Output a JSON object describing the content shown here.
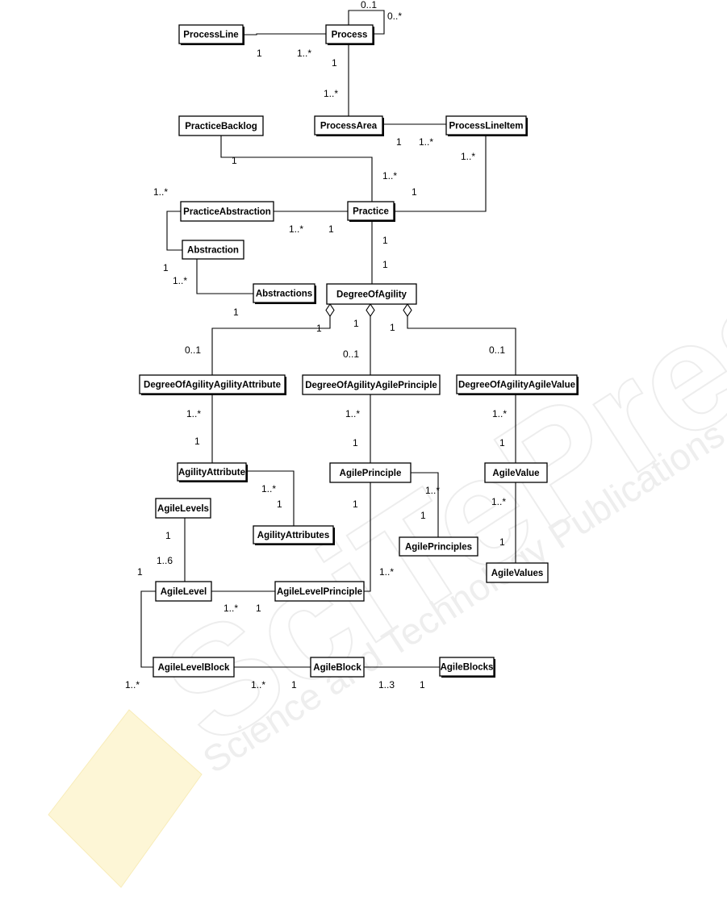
{
  "watermark": {
    "main_text": "SciTePress",
    "sub_text": "Science and Technology Publications",
    "color": "#ededed",
    "logo_color": "#fdf6d6"
  },
  "classes": {
    "ProcessLine": "ProcessLine",
    "Process": "Process",
    "PracticeBacklog": "PracticeBacklog",
    "ProcessArea": "ProcessArea",
    "ProcessLineItem": "ProcessLineItem",
    "PracticeAbstraction": "PracticeAbstraction",
    "Practice": "Practice",
    "Abstraction": "Abstraction",
    "Abstractions": "Abstractions",
    "DegreeOfAgility": "DegreeOfAgility",
    "DOA_Attribute": "DegreeOfAgilityAgilityAttribute",
    "DOA_Principle": "DegreeOfAgilityAgilePrinciple",
    "DOA_Value": "DegreeOfAgilityAgileValue",
    "AgilityAttribute": "AgilityAttribute",
    "AgilePrinciple": "AgilePrinciple",
    "AgileValue": "AgileValue",
    "AgileLevels": "AgileLevels",
    "AgilityAttributes": "AgilityAttributes",
    "AgilePrinciples": "AgilePrinciples",
    "AgileValues": "AgileValues",
    "AgileLevel": "AgileLevel",
    "AgileLevelPrinciple": "AgileLevelPrinciple",
    "AgileLevelBlock": "AgileLevelBlock",
    "AgileBlock": "AgileBlock",
    "AgileBlocks": "AgileBlocks"
  },
  "multiplicities": {
    "process_self_a": "0..1",
    "process_self_b": "0..*",
    "processline_side": "1",
    "process_left": "1..*",
    "process_bottom": "1",
    "processarea_top": "1..*",
    "processarea_right": "1",
    "processlineitem_left": "1..*",
    "processlineitem_bottom": "1..*",
    "backlog_side": "1",
    "practice_top_many": "1..*",
    "practice_top_one": "1",
    "practiceabstraction_left": "1..*",
    "practiceabstraction_right": "1..*",
    "practice_left": "1",
    "practice_bottom": "1",
    "degree_top": "1",
    "abstraction_one": "1",
    "abstraction_many": "1..*",
    "abstractions_one": "1",
    "degree_agg_left": "1",
    "degree_agg_mid": "1",
    "degree_agg_right": "1",
    "doa_attr_top": "0..1",
    "doa_prin_top": "0..1",
    "doa_val_top": "0..1",
    "doa_attr_bottom": "1..*",
    "doa_prin_bottom": "1..*",
    "doa_val_bottom": "1..*",
    "agilityattribute_top": "1",
    "agileprinciple_top": "1",
    "agilevalue_top": "1",
    "agilityattributes_many": "1..*",
    "agilityattributes_one": "1",
    "agileprinciples_many": "1..*",
    "agileprinciples_one": "1",
    "agilevalues_many": "1..*",
    "agilevalues_one": "1",
    "agileprinciple_bottom": "1",
    "agilelevels_bottom": "1",
    "agilelevel_top": "1..6",
    "agilelevel_left": "1",
    "alp_right": "1..*",
    "agilelevel_right": "1..*",
    "alp_left": "1",
    "alb_left": "1..*",
    "alb_right": "1..*",
    "agileblock_left": "1",
    "agileblock_right": "1..3",
    "agileblocks_left": "1"
  }
}
